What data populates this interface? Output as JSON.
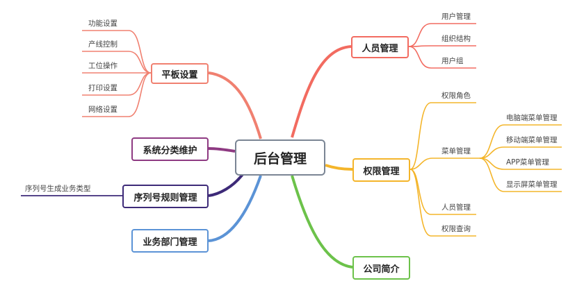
{
  "root": {
    "label": "后台管理"
  },
  "colors": {
    "pingban": "#f08070",
    "renyuan": "#f26b60",
    "quanxian": "#f4b52a",
    "gongsi": "#6cc24a",
    "xitong": "#8e3a82",
    "xuliehao": "#3d2a78",
    "yewu": "#5b93d6"
  },
  "branches": {
    "pingban": {
      "label": "平板设置",
      "children": [
        "功能设置",
        "产线控制",
        "工位操作",
        "打印设置",
        "网络设置"
      ]
    },
    "xitong": {
      "label": "系统分类维护"
    },
    "xuliehao": {
      "label": "序列号规则管理",
      "children": [
        "序列号生成业务类型"
      ]
    },
    "yewu": {
      "label": "业务部门管理"
    },
    "renyuan": {
      "label": "人员管理",
      "children": [
        "用户管理",
        "组织结构",
        "用户组"
      ]
    },
    "quanxian": {
      "label": "权限管理",
      "children": [
        {
          "label": "权限角色"
        },
        {
          "label": "菜单管理",
          "children": [
            "电脑端菜单管理",
            "移动端菜单管理",
            "APP菜单管理",
            "显示屏菜单管理"
          ]
        },
        {
          "label": "人员管理"
        },
        {
          "label": "权限查询"
        }
      ]
    },
    "gongsi": {
      "label": "公司简介"
    }
  }
}
